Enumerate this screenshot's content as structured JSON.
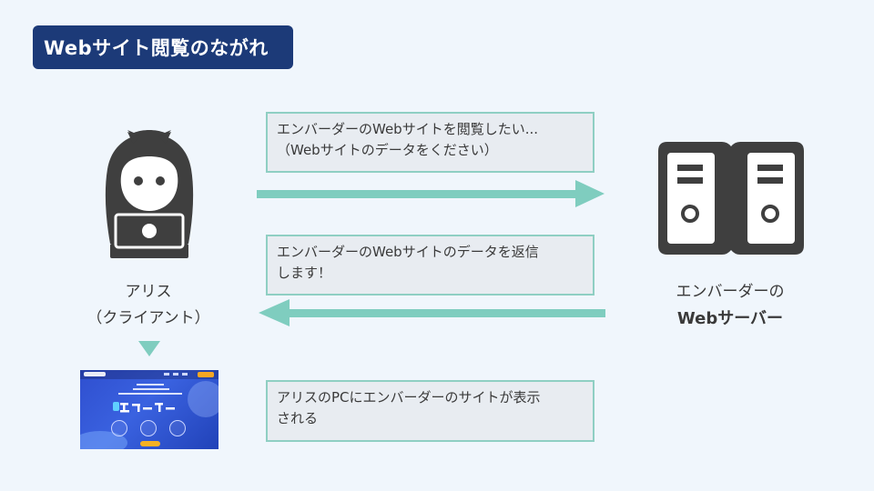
{
  "title": "Webサイト閲覧のながれ",
  "messages": {
    "request": "エンバーダーのWebサイトを閲覧したい...\n（Webサイトのデータをください）",
    "response": "エンバーダーのWebサイトのデータを返信\nします！",
    "display": "アリスのPCにエンバーダーのサイトが表示\nされる"
  },
  "alice": {
    "name": "アリス",
    "role": "（クライアント）"
  },
  "server": {
    "line1": "エンバーダーの",
    "line2": "Webサーバー"
  },
  "colors": {
    "background": "#f0f6fc",
    "title_badge": "#1c3a78",
    "arrow": "#7fcdbf",
    "icon": "#3f3f3f",
    "box_fill": "#e8ecf1",
    "box_border": "#8fcfc3"
  }
}
